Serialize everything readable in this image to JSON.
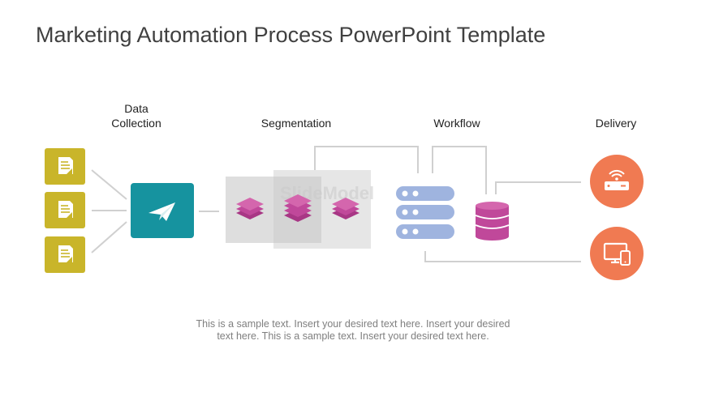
{
  "slide": {
    "title": "Marketing Automation Process PowerPoint Template",
    "columns": {
      "data_collection_line1": "Data",
      "data_collection_line2": "Collection",
      "segmentation": "Segmentation",
      "workflow": "Workflow",
      "delivery": "Delivery"
    },
    "caption_line1": "This is a sample text. Insert your desired text here. Insert your desired",
    "caption_line2": "text here. This is a sample text. Insert your desired text here.",
    "watermark": "SlideModel"
  },
  "colors": {
    "document_tiles": "#c9b52a",
    "send_tile": "#16939f",
    "layers_icons": "#c0489a",
    "server_icon": "#9fb4df",
    "database_icon": "#c0489a",
    "delivery_circles": "#f07a52",
    "connectors": "#d0d0d0"
  },
  "icons": {
    "data_sources": [
      "document-icon",
      "document-icon",
      "document-icon"
    ],
    "collector": "paper-plane-icon",
    "segments": [
      "layers-icon",
      "layers-icon",
      "layers-icon"
    ],
    "workflow": [
      "server-icon",
      "database-icon"
    ],
    "delivery": [
      "router-icon",
      "devices-icon"
    ]
  }
}
